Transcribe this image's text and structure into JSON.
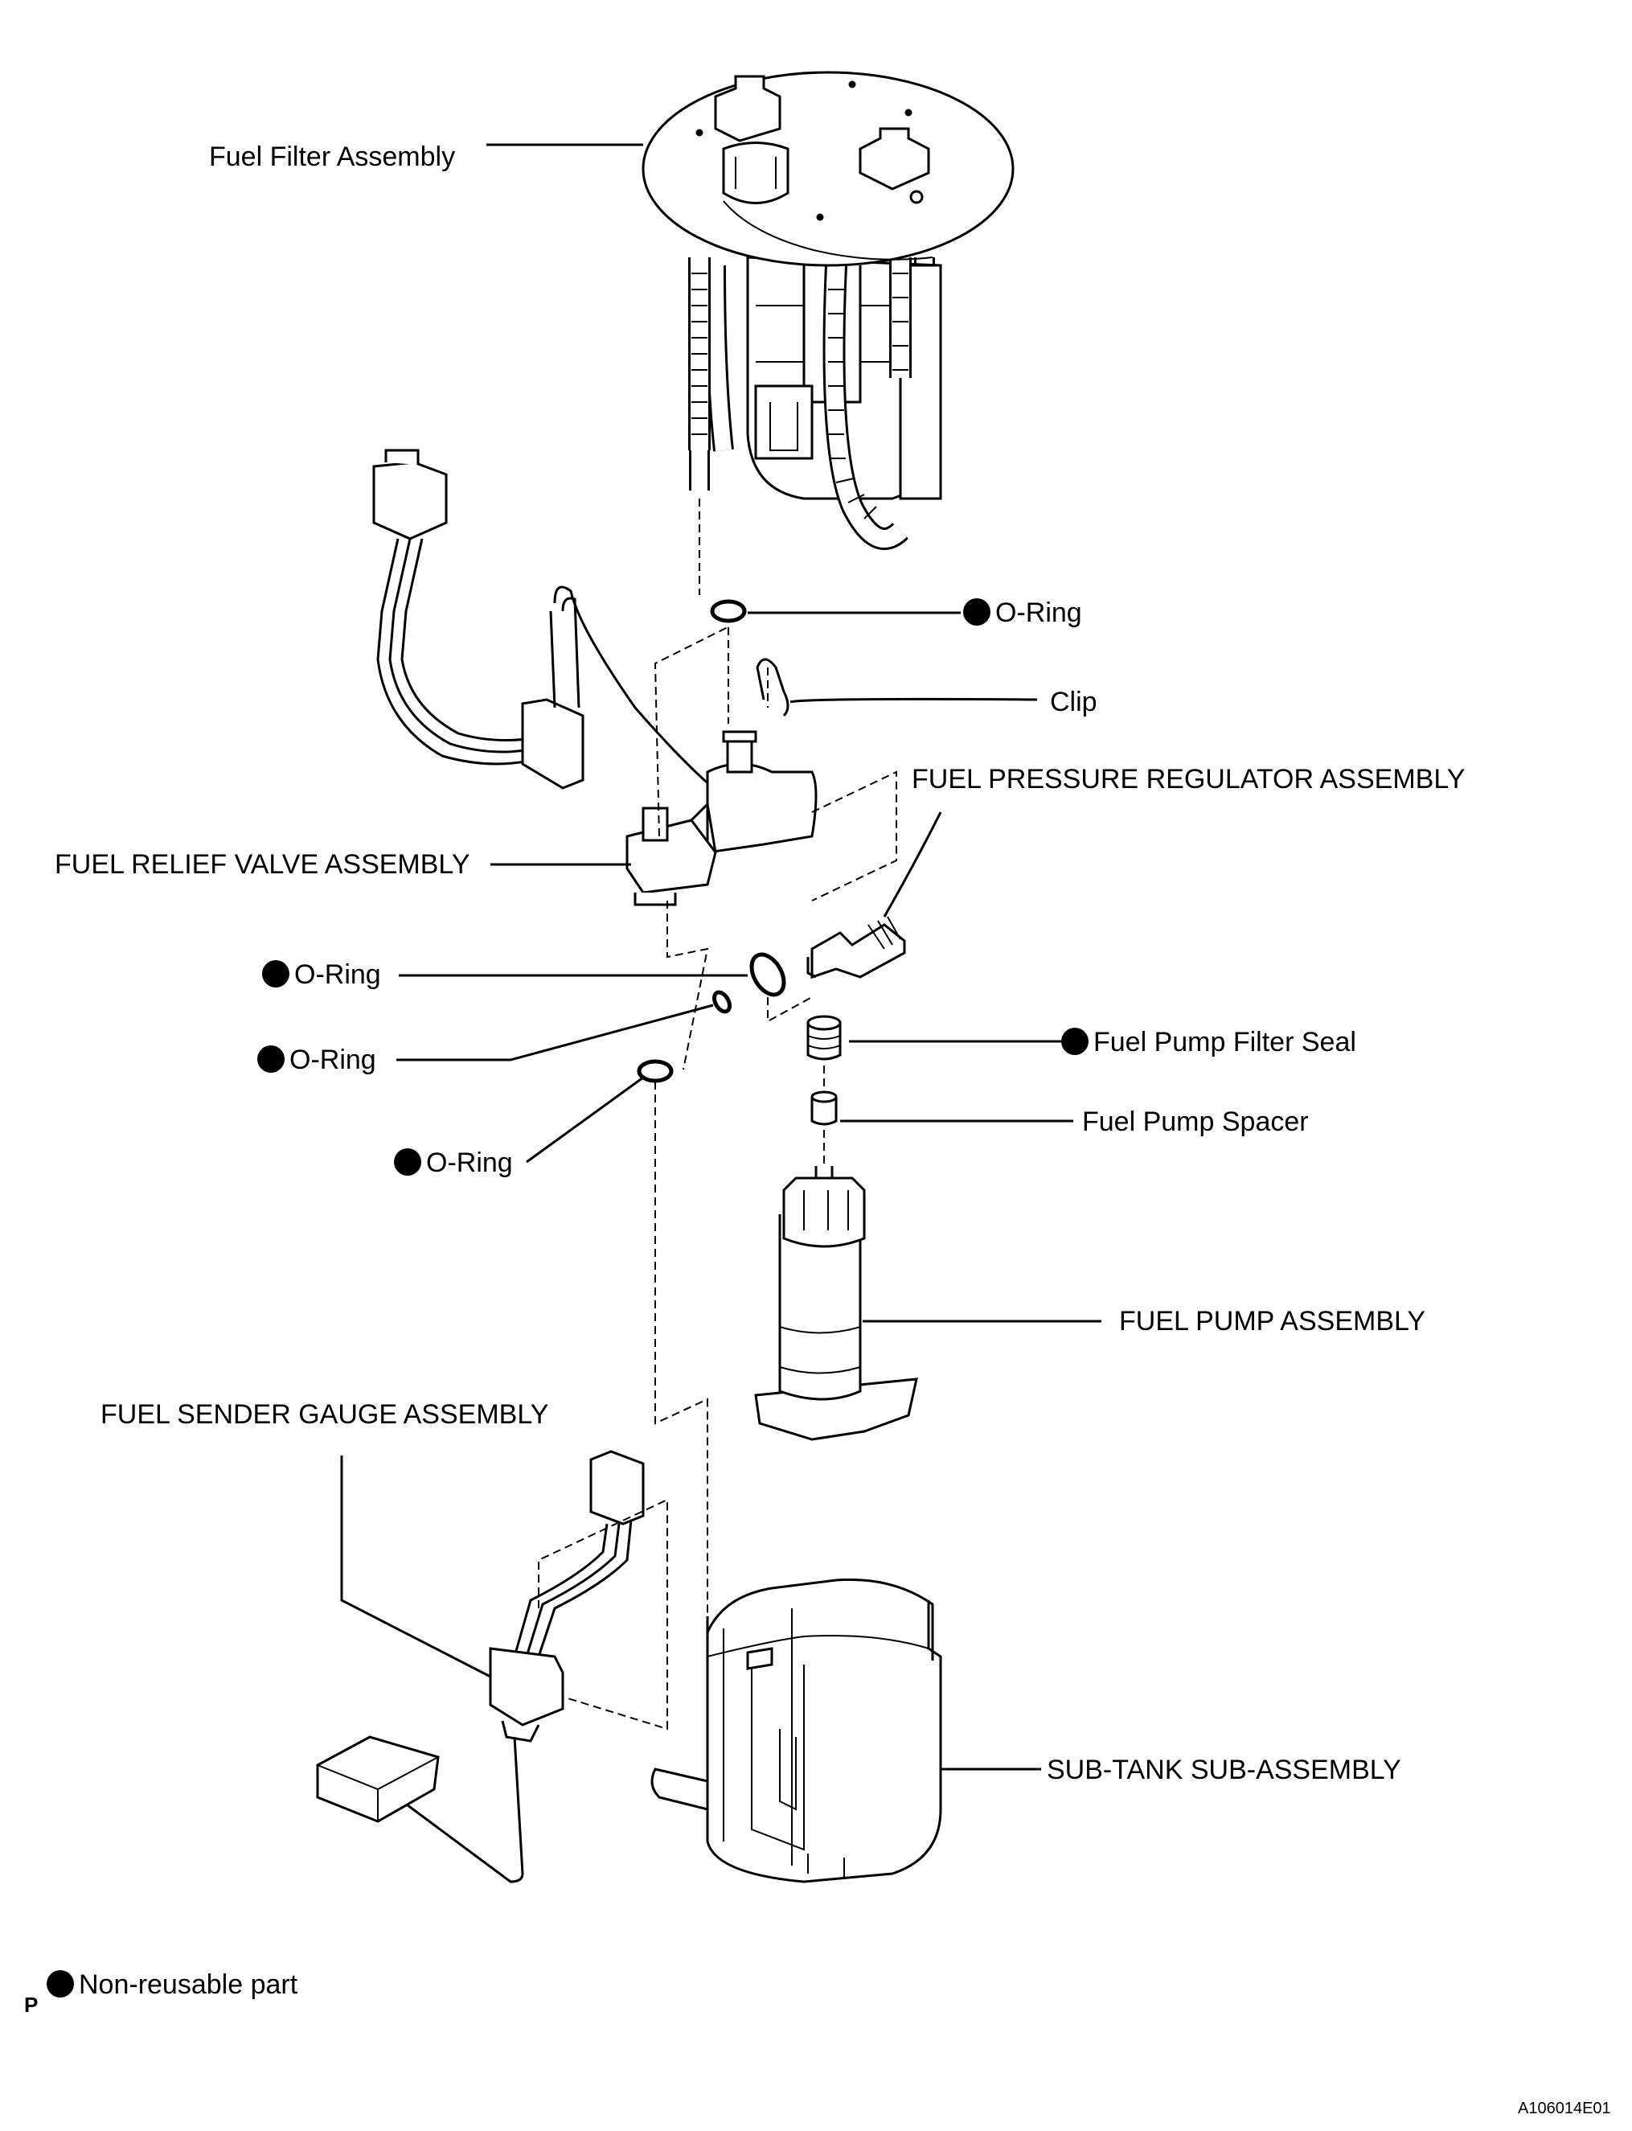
{
  "labels": {
    "fuel_filter": "Fuel Filter Assembly",
    "oring_top": "O-Ring",
    "clip": "Clip",
    "fuel_pressure_regulator": "FUEL PRESSURE REGULATOR ASSEMBLY",
    "fuel_relief_valve": "FUEL RELIEF VALVE ASSEMBLY",
    "oring_a": "O-Ring",
    "oring_b": "O-Ring",
    "oring_c": "O-Ring",
    "fuel_pump_filter_seal": "Fuel Pump Filter Seal",
    "fuel_pump_spacer": "Fuel Pump Spacer",
    "fuel_pump": "FUEL PUMP ASSEMBLY",
    "fuel_sender_gauge": "FUEL SENDER GAUGE ASSEMBLY",
    "sub_tank": "SUB-TANK SUB-ASSEMBLY"
  },
  "legend": {
    "symbol_name": "black-dot-icon",
    "text": "Non-reusable part",
    "corner_letter": "P"
  },
  "figure_id": "A106014E01"
}
